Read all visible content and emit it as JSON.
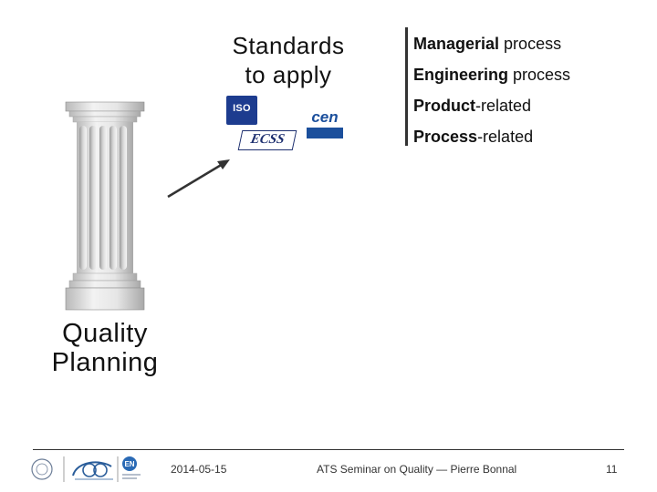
{
  "standards": {
    "heading_line1": "Standards",
    "heading_line2": "to apply",
    "logos": {
      "iso": "ISO",
      "cen": "cen",
      "ecss": "ECSS"
    }
  },
  "process_list": [
    {
      "bold": "Managerial",
      "rest": " process"
    },
    {
      "bold": "Engineering",
      "rest": " process"
    },
    {
      "bold": "Product",
      "rest": "-related"
    },
    {
      "bold": "Process",
      "rest": "-related"
    }
  ],
  "pillar": {
    "heading_line1": "Quality",
    "heading_line2": "Planning"
  },
  "footer": {
    "date": "2014-05-15",
    "title": "ATS Seminar on Quality — Pierre Bonnal",
    "page": "11",
    "logo_en": "EN"
  },
  "colors": {
    "iso_blue": "#1d3c8f",
    "cen_blue": "#1b4f9c",
    "ecss_navy": "#1d2f6f",
    "divider": "#333333"
  }
}
